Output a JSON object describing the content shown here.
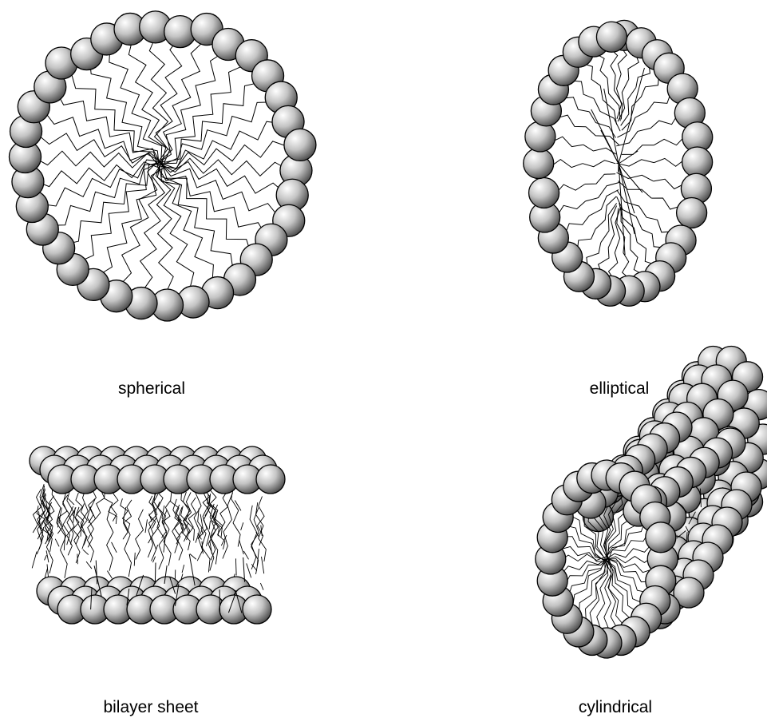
{
  "labels": {
    "spherical": "spherical",
    "elliptical": "elliptical",
    "bilayer": "bilayer sheet",
    "cylindrical": "cylindrical"
  },
  "colors": {
    "head_light": "#ffffff",
    "head_mid": "#b8b8b8",
    "head_dark": "#3a3a3a",
    "outline": "#000000",
    "tail": "#000000",
    "background": "#ffffff"
  },
  "structures": [
    {
      "kind": "spherical-micelle",
      "label_key": "spherical"
    },
    {
      "kind": "elliptical-micelle",
      "label_key": "elliptical"
    },
    {
      "kind": "bilayer-sheet",
      "label_key": "bilayer"
    },
    {
      "kind": "cylindrical-micelle",
      "label_key": "cylindrical"
    }
  ]
}
